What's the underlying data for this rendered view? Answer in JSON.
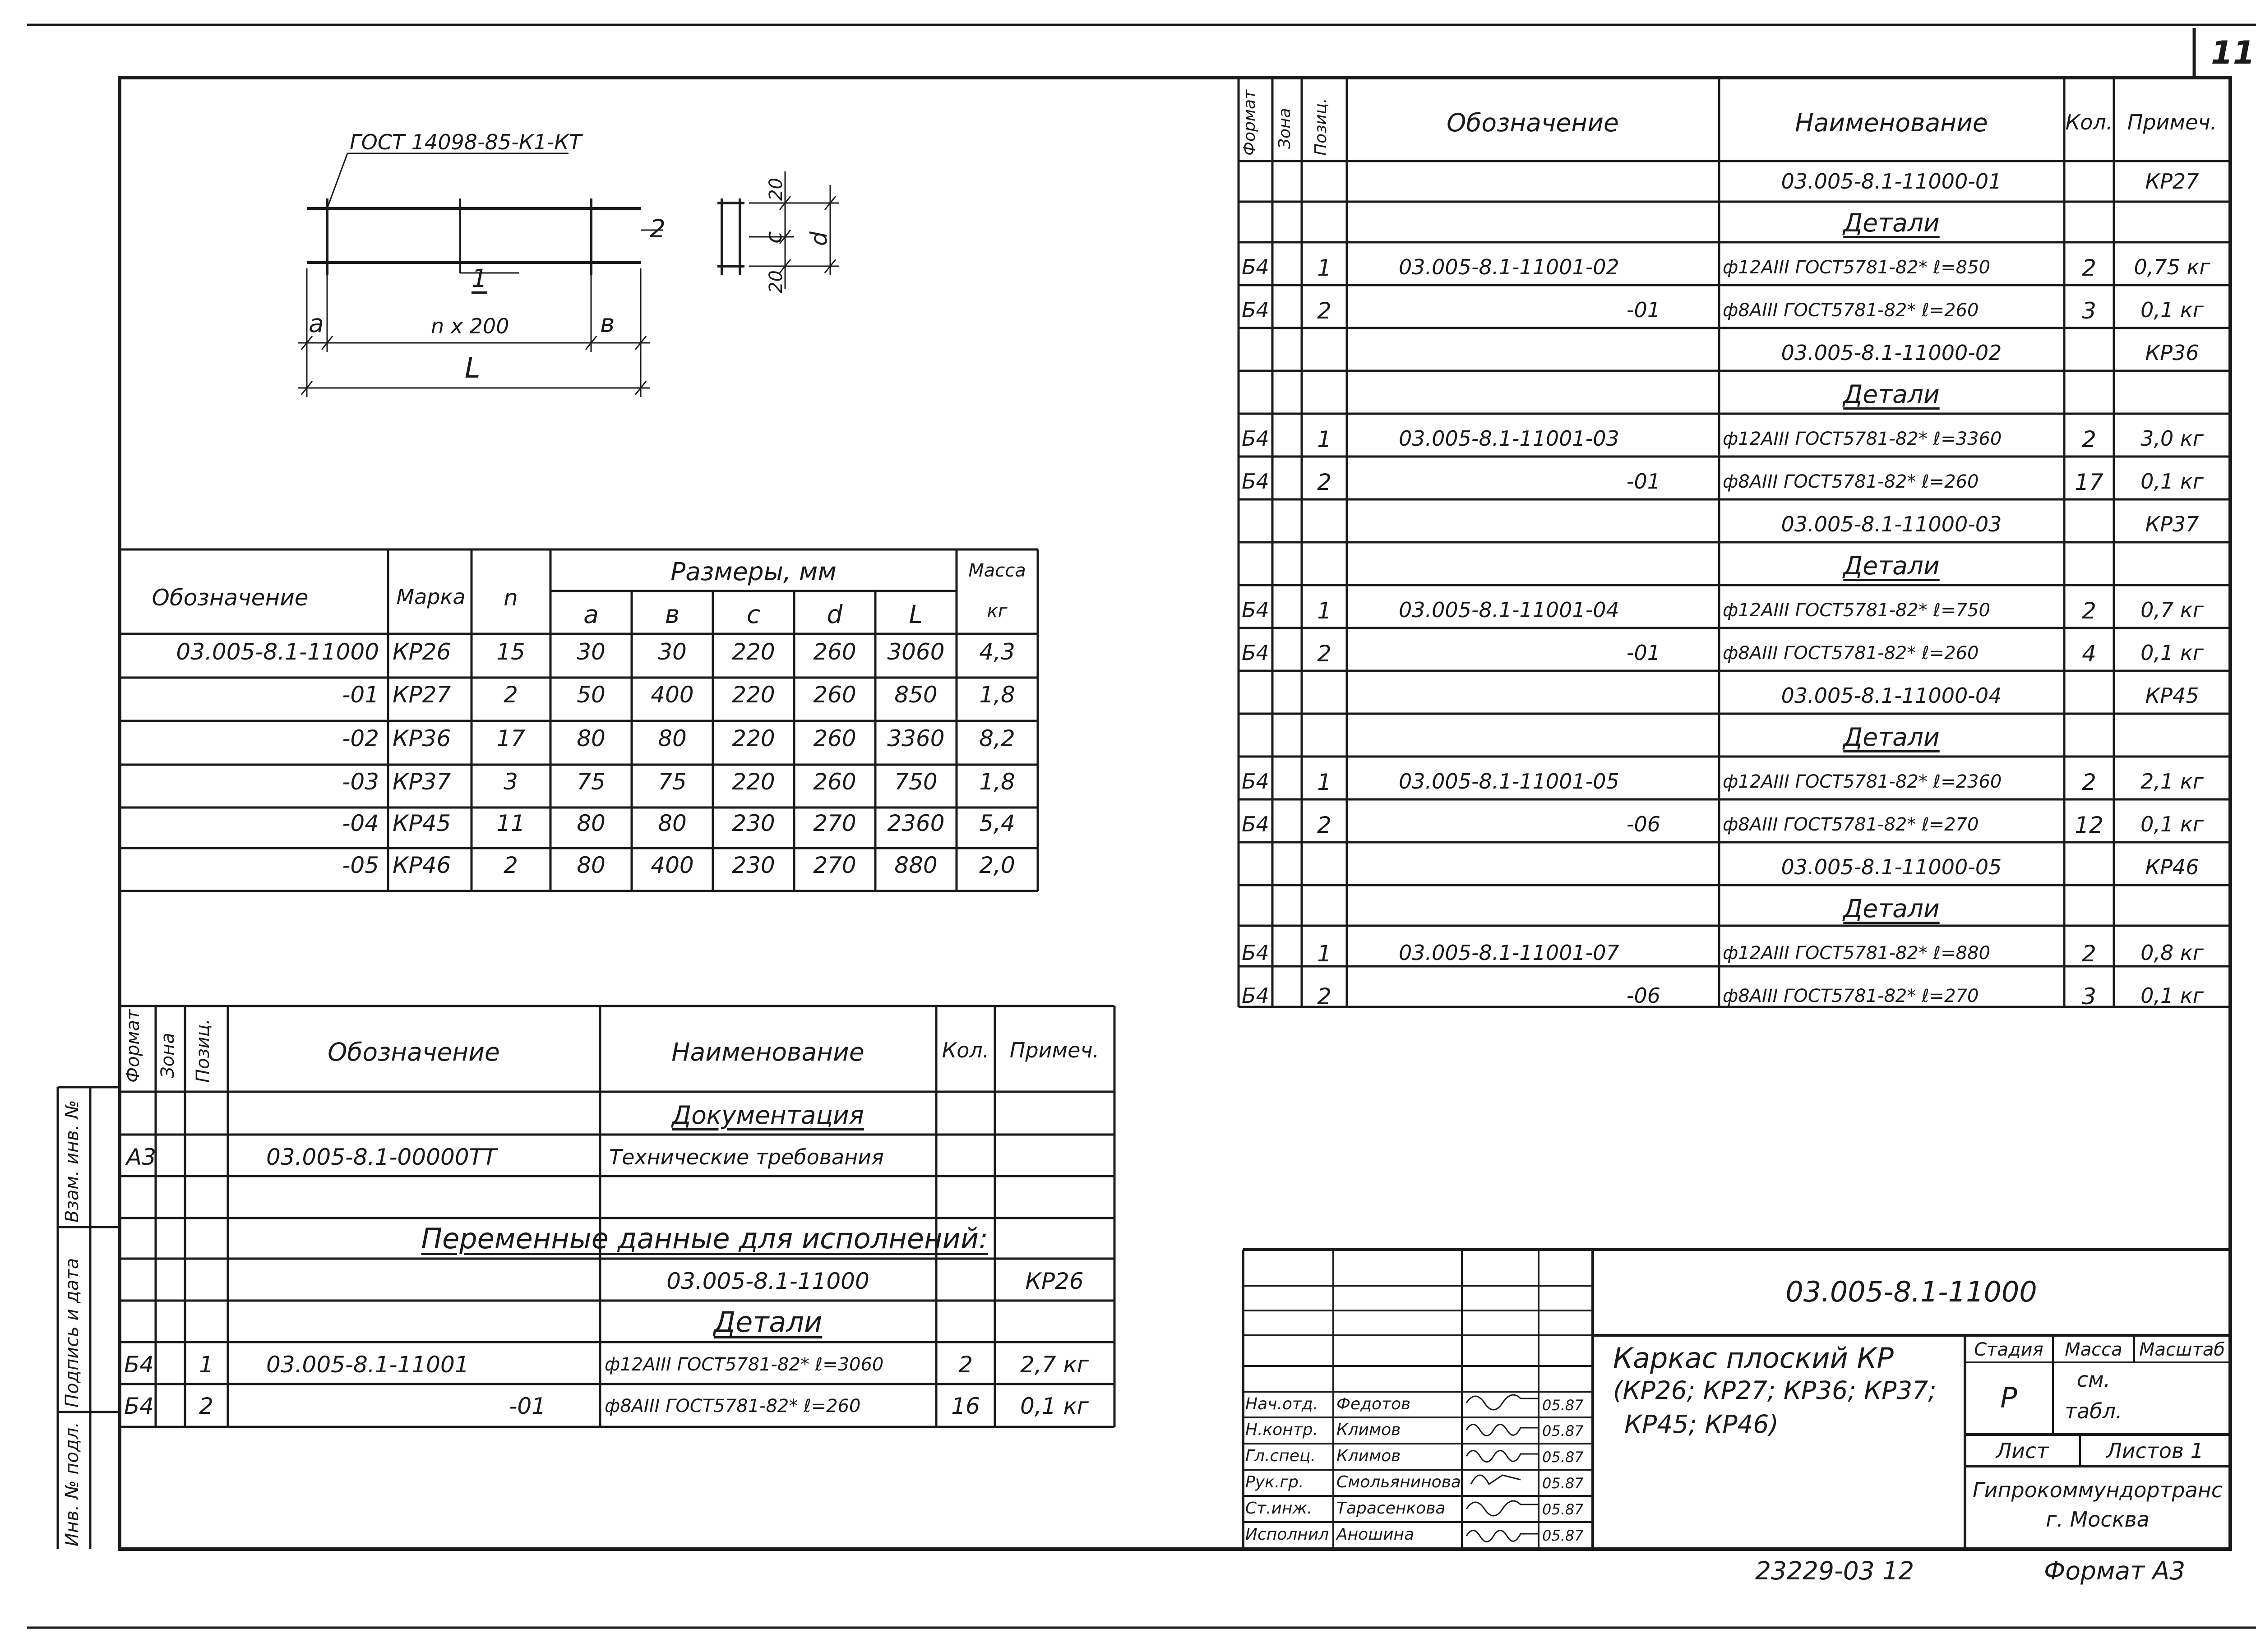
{
  "sheet_number": "11",
  "sketch": {
    "std_ref": "ГОСТ 14098-85-К1-КТ",
    "pos1": "1",
    "pos2": "2",
    "pitch": "n x 200",
    "dim_a": "a",
    "dim_b": "в",
    "dim_L": "L",
    "dim_top": "20",
    "dim_bottom": "20",
    "dim_c": "c",
    "dim_d": "d"
  },
  "variants_table": {
    "headers": {
      "designation": "Обозначение",
      "mark": "Марка",
      "n": "n",
      "sizes": "Размеры, мм",
      "mass": "Масса",
      "mass_unit": "кг",
      "cols": [
        "a",
        "в",
        "c",
        "d",
        "L"
      ]
    },
    "rows": [
      {
        "designation": "03.005-8.1-11000",
        "mark": "КР26",
        "n": "15",
        "a": "30",
        "b": "30",
        "c": "220",
        "d": "260",
        "L": "3060",
        "mass": "4,3"
      },
      {
        "designation": "-01",
        "mark": "КР27",
        "n": "2",
        "a": "50",
        "b": "400",
        "c": "220",
        "d": "260",
        "L": "850",
        "mass": "1,8"
      },
      {
        "designation": "-02",
        "mark": "КР36",
        "n": "17",
        "a": "80",
        "b": "80",
        "c": "220",
        "d": "260",
        "L": "3360",
        "mass": "8,2"
      },
      {
        "designation": "-03",
        "mark": "КР37",
        "n": "3",
        "a": "75",
        "b": "75",
        "c": "220",
        "d": "260",
        "L": "750",
        "mass": "1,8"
      },
      {
        "designation": "-04",
        "mark": "КР45",
        "n": "11",
        "a": "80",
        "b": "80",
        "c": "230",
        "d": "270",
        "L": "2360",
        "mass": "5,4"
      },
      {
        "designation": "-05",
        "mark": "КР46",
        "n": "2",
        "a": "80",
        "b": "400",
        "c": "230",
        "d": "270",
        "L": "880",
        "mass": "2,0"
      }
    ]
  },
  "spec_headers": {
    "format": "Формат",
    "zone": "Зона",
    "pos": "Позиц.",
    "designation": "Обозначение",
    "name": "Наименование",
    "qty": "Кол.",
    "note": "Примеч."
  },
  "spec_left": {
    "documentation": "Документация",
    "tt_format": "А3",
    "tt_designation": "03.005-8.1-00000ТТ",
    "tt_name": "Технические требования",
    "variable_data": "Переменные данные для исполнений:",
    "exec_designation": "03.005-8.1-11000",
    "exec_note": "КР26",
    "details": "Детали",
    "items": [
      {
        "format": "Б4",
        "pos": "1",
        "designation": "03.005-8.1-11001",
        "name": "ф12АIII ГОСТ5781-82* ℓ=3060",
        "qty": "2",
        "note": "2,7 кг"
      },
      {
        "format": "Б4",
        "pos": "2",
        "designation": "-01",
        "name": "ф8АIII ГОСТ5781-82* ℓ=260",
        "qty": "16",
        "note": "0,1 кг"
      }
    ]
  },
  "spec_right": {
    "groups": [
      {
        "designation": "03.005-8.1-11000-01",
        "note": "КР27",
        "details": "Детали",
        "items": [
          {
            "format": "Б4",
            "pos": "1",
            "designation": "03.005-8.1-11001-02",
            "name": "ф12АIII ГОСТ5781-82* ℓ=850",
            "qty": "2",
            "note": "0,75 кг"
          },
          {
            "format": "Б4",
            "pos": "2",
            "designation": "-01",
            "name": "ф8АIII ГОСТ5781-82* ℓ=260",
            "qty": "3",
            "note": "0,1 кг"
          }
        ]
      },
      {
        "designation": "03.005-8.1-11000-02",
        "note": "КР36",
        "details": "Детали",
        "items": [
          {
            "format": "Б4",
            "pos": "1",
            "designation": "03.005-8.1-11001-03",
            "name": "ф12АIII ГОСТ5781-82* ℓ=3360",
            "qty": "2",
            "note": "3,0 кг"
          },
          {
            "format": "Б4",
            "pos": "2",
            "designation": "-01",
            "name": "ф8АIII ГОСТ5781-82* ℓ=260",
            "qty": "17",
            "note": "0,1 кг"
          }
        ]
      },
      {
        "designation": "03.005-8.1-11000-03",
        "note": "КР37",
        "details": "Детали",
        "items": [
          {
            "format": "Б4",
            "pos": "1",
            "designation": "03.005-8.1-11001-04",
            "name": "ф12АIII ГОСТ5781-82* ℓ=750",
            "qty": "2",
            "note": "0,7 кг"
          },
          {
            "format": "Б4",
            "pos": "2",
            "designation": "-01",
            "name": "ф8АIII ГОСТ5781-82* ℓ=260",
            "qty": "4",
            "note": "0,1 кг"
          }
        ]
      },
      {
        "designation": "03.005-8.1-11000-04",
        "note": "КР45",
        "details": "Детали",
        "items": [
          {
            "format": "Б4",
            "pos": "1",
            "designation": "03.005-8.1-11001-05",
            "name": "ф12АIII ГОСТ5781-82* ℓ=2360",
            "qty": "2",
            "note": "2,1 кг"
          },
          {
            "format": "Б4",
            "pos": "2",
            "designation": "-06",
            "name": "ф8АIII ГОСТ5781-82* ℓ=270",
            "qty": "12",
            "note": "0,1 кг"
          }
        ]
      },
      {
        "designation": "03.005-8.1-11000-05",
        "note": "КР46",
        "details": "Детали",
        "items": [
          {
            "format": "Б4",
            "pos": "1",
            "designation": "03.005-8.1-11001-07",
            "name": "ф12АIII ГОСТ5781-82* ℓ=880",
            "qty": "2",
            "note": "0,8 кг"
          },
          {
            "format": "Б4",
            "pos": "2",
            "designation": "-06",
            "name": "ф8АIII ГОСТ5781-82* ℓ=270",
            "qty": "3",
            "note": "0,1 кг"
          }
        ]
      }
    ]
  },
  "side_stamp": {
    "vzam": "Взам. инв. №",
    "podpis": "Подпись и дата",
    "inv": "Инв. № подл."
  },
  "title_block": {
    "designation": "03.005-8.1-11000",
    "name_line1": "Каркас плоский КР",
    "name_line2": "(КР26; КР27; КР36; КР37;",
    "name_line3": "КР45; КР46)",
    "stage_label": "Стадия",
    "mass_label": "Масса",
    "scale_label": "Масштаб",
    "stage_value": "Р",
    "mass_value_1": "см.",
    "mass_value_2": "табл.",
    "sheet_label": "Лист",
    "sheets_label": "Листов 1",
    "org_line1": "Гипрокоммундортранс",
    "org_line2": "г. Москва",
    "people": [
      {
        "role": "Нач.отд.",
        "name": "Федотов",
        "date": "05.87"
      },
      {
        "role": "Н.контр.",
        "name": "Климов",
        "date": "05.87"
      },
      {
        "role": "Гл.спец.",
        "name": "Климов",
        "date": "05.87"
      },
      {
        "role": "Рук.гр.",
        "name": "Смольянинова",
        "date": "05.87"
      },
      {
        "role": "Ст.инж.",
        "name": "Тарасенкова",
        "date": "05.87"
      },
      {
        "role": "Исполнил",
        "name": "Аношина",
        "date": "05.87"
      }
    ]
  },
  "footer": {
    "doc_code": "23229-03 12",
    "format_label": "Формат А3"
  }
}
